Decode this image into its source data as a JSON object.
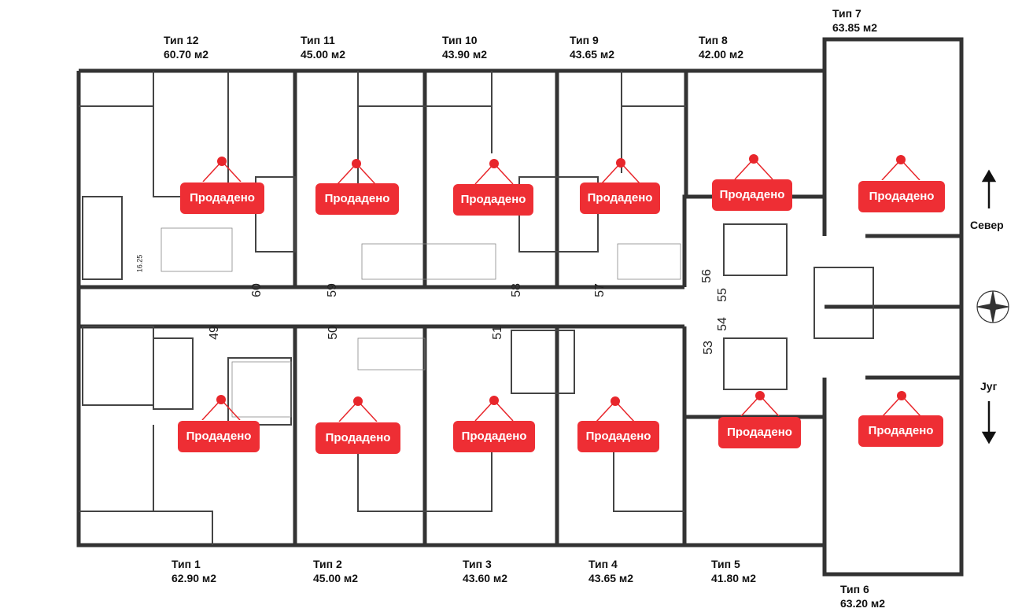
{
  "units_top": [
    {
      "id": "12",
      "type": "Тип 12",
      "area": "60.70 м2",
      "status": "Продадено"
    },
    {
      "id": "11",
      "type": "Тип 11",
      "area": "45.00 м2",
      "status": "Продадено"
    },
    {
      "id": "10",
      "type": "Тип 10",
      "area": "43.90 м2",
      "status": "Продадено"
    },
    {
      "id": "9",
      "type": "Тип 9",
      "area": "43.65 м2",
      "status": "Продадено"
    },
    {
      "id": "8",
      "type": "Тип 8",
      "area": "42.00 м2",
      "status": "Продадено"
    },
    {
      "id": "7",
      "type": "Тип 7",
      "area": "63.85 м2",
      "status": "Продадено"
    }
  ],
  "units_bottom": [
    {
      "id": "1",
      "type": "Тип 1",
      "area": "62.90 м2",
      "status": "Продадено"
    },
    {
      "id": "2",
      "type": "Тип 2",
      "area": "45.00 м2",
      "status": "Продадено"
    },
    {
      "id": "3",
      "type": "Тип 3",
      "area": "43.60 м2",
      "status": "Продадено"
    },
    {
      "id": "4",
      "type": "Тип 4",
      "area": "43.65 м2",
      "status": "Продадено"
    },
    {
      "id": "5",
      "type": "Тип 5",
      "area": "41.80 м2",
      "status": "Продадено"
    },
    {
      "id": "6",
      "type": "Тип 6",
      "area": "63.20 м2",
      "status": "Продадено"
    }
  ],
  "directions": {
    "north": "Север",
    "south": "Југ"
  },
  "door_numbers": [
    "60",
    "59",
    "58",
    "57",
    "56",
    "55",
    "54",
    "53",
    "49",
    "50",
    "51"
  ],
  "stair_note": "16.25",
  "colors": {
    "sold": "#ee2e34",
    "wall": "#333333"
  }
}
